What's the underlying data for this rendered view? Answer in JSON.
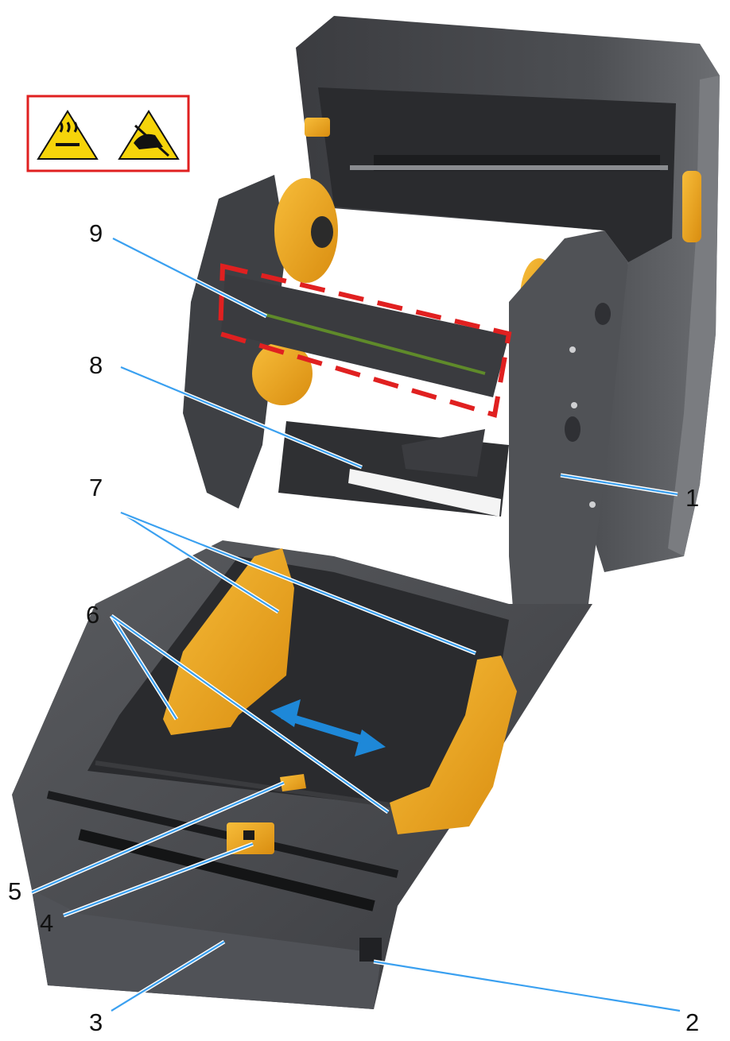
{
  "callouts": [
    {
      "id": "1",
      "label": "1"
    },
    {
      "id": "2",
      "label": "2"
    },
    {
      "id": "3",
      "label": "3"
    },
    {
      "id": "4",
      "label": "4"
    },
    {
      "id": "5",
      "label": "5"
    },
    {
      "id": "6",
      "label": "6"
    },
    {
      "id": "7",
      "label": "7"
    },
    {
      "id": "8",
      "label": "8"
    },
    {
      "id": "9",
      "label": "9"
    }
  ],
  "warning_icons": [
    "hot-surface-icon",
    "esd-caution-icon"
  ],
  "colors": {
    "printer_body": "#4a4c50",
    "printer_dark": "#2c2d30",
    "guide_yellow": "#f2a91f",
    "leader_line": "#3aa0f0",
    "warning_frame": "#e02020",
    "printhead_highlight": "#e02020"
  }
}
